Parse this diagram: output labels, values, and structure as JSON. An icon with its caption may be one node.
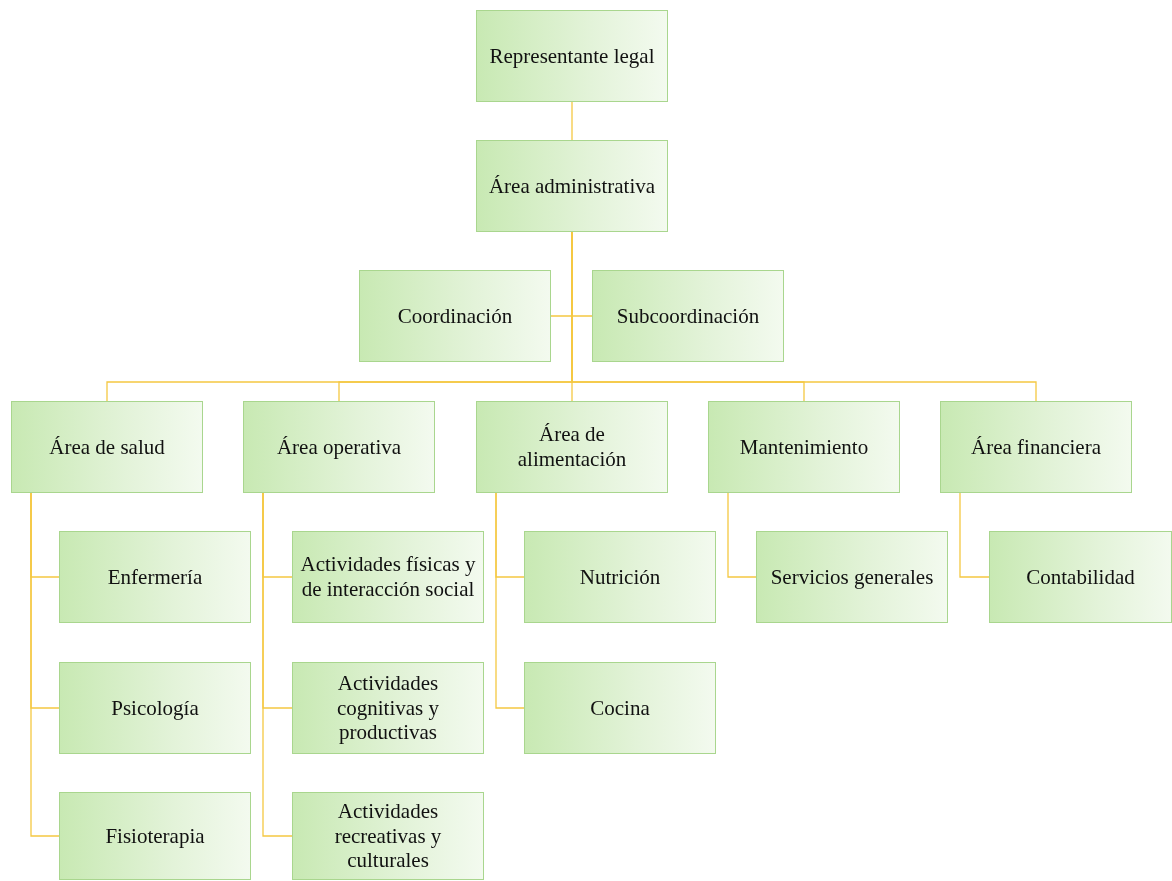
{
  "diagram": {
    "nodes": [
      {
        "text": [
          "Representante legal"
        ]
      },
      {
        "text": [
          "Área administrativa"
        ]
      },
      {
        "text": [
          "Coordinación"
        ]
      },
      {
        "text": [
          "Subcoordinación"
        ]
      },
      {
        "text": [
          "Área de salud"
        ]
      },
      {
        "text": [
          "Área operativa"
        ]
      },
      {
        "text": [
          "Área de alimentación"
        ]
      },
      {
        "text": [
          "Mantenimiento"
        ]
      },
      {
        "text": [
          "Área financiera"
        ]
      },
      {
        "text": [
          "Enfermería"
        ]
      },
      {
        "text": [
          "Psicología"
        ]
      },
      {
        "text": [
          "Fisioterapia"
        ]
      },
      {
        "text": [
          "Actividades físicas y de interacción social"
        ]
      },
      {
        "text": [
          "Actividades cognitivas y productivas"
        ]
      },
      {
        "text": [
          "Actividades recreativas y culturales"
        ]
      },
      {
        "text": [
          "Nutrición"
        ]
      },
      {
        "text": [
          "Cocina"
        ]
      },
      {
        "text": [
          "Servicios generales"
        ]
      },
      {
        "text": [
          "Contabilidad"
        ]
      }
    ],
    "edges": [
      {
        "from": 0,
        "to": 1,
        "arrow": "none"
      },
      {
        "from": 1,
        "to": 2,
        "arrow": "none"
      },
      {
        "from": 1,
        "to": 3,
        "arrow": "none"
      },
      {
        "from": 1,
        "to": 4,
        "arrow": "none"
      },
      {
        "from": 1,
        "to": 5,
        "arrow": "none"
      },
      {
        "from": 1,
        "to": 6,
        "arrow": "none"
      },
      {
        "from": 1,
        "to": 7,
        "arrow": "none"
      },
      {
        "from": 1,
        "to": 8,
        "arrow": "none"
      },
      {
        "from": 4,
        "to": 9,
        "arrow": "none"
      },
      {
        "from": 4,
        "to": 10,
        "arrow": "none"
      },
      {
        "from": 4,
        "to": 11,
        "arrow": "none"
      },
      {
        "from": 5,
        "to": 12,
        "arrow": "none"
      },
      {
        "from": 5,
        "to": 13,
        "arrow": "none"
      },
      {
        "from": 5,
        "to": 14,
        "arrow": "none"
      },
      {
        "from": 6,
        "to": 15,
        "arrow": "none"
      },
      {
        "from": 6,
        "to": 16,
        "arrow": "none"
      },
      {
        "from": 7,
        "to": 17,
        "arrow": "none"
      },
      {
        "from": 8,
        "to": 18,
        "arrow": "none"
      }
    ]
  }
}
